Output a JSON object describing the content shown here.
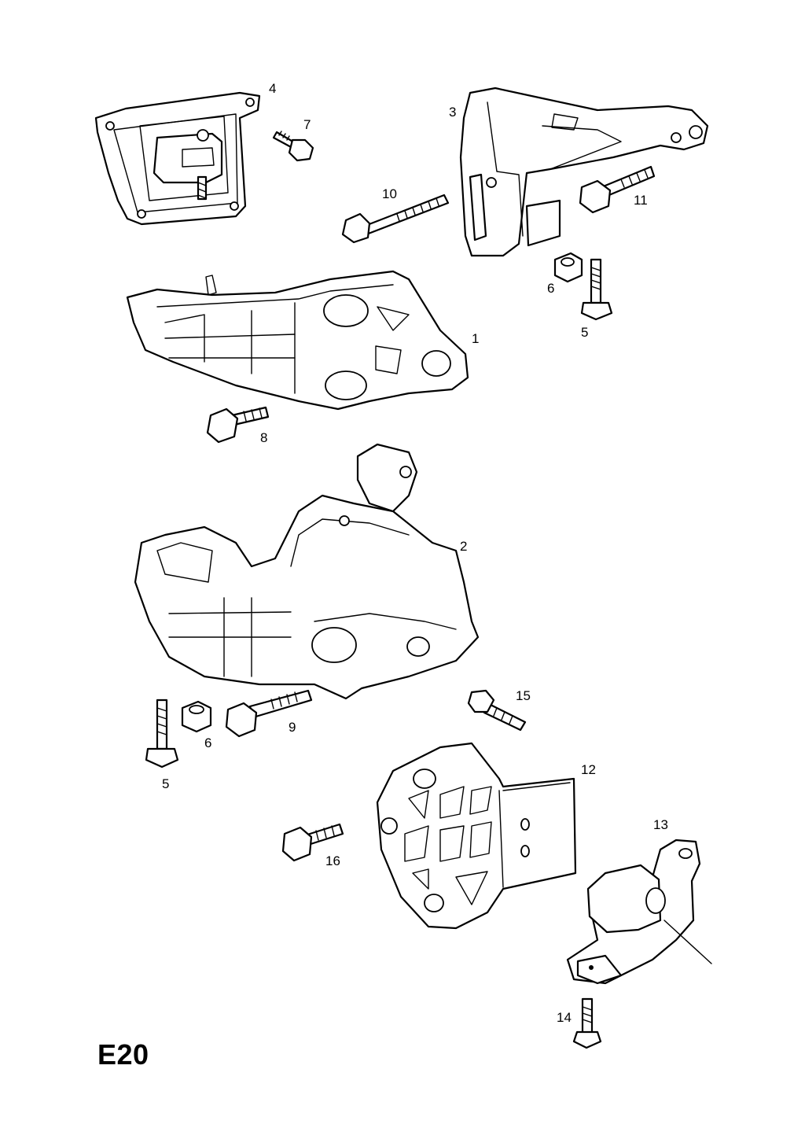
{
  "diagram": {
    "sheet_code": "E20",
    "callouts": [
      {
        "key": "c4",
        "label": "4"
      },
      {
        "key": "c7",
        "label": "7"
      },
      {
        "key": "c3",
        "label": "3"
      },
      {
        "key": "c10",
        "label": "10"
      },
      {
        "key": "c11",
        "label": "11"
      },
      {
        "key": "c6a",
        "label": "6"
      },
      {
        "key": "c5a",
        "label": "5"
      },
      {
        "key": "c1",
        "label": "1"
      },
      {
        "key": "c8",
        "label": "8"
      },
      {
        "key": "c2",
        "label": "2"
      },
      {
        "key": "c15",
        "label": "15"
      },
      {
        "key": "c9",
        "label": "9"
      },
      {
        "key": "c6b",
        "label": "6"
      },
      {
        "key": "c5b",
        "label": "5"
      },
      {
        "key": "c12",
        "label": "12"
      },
      {
        "key": "c16",
        "label": "16"
      },
      {
        "key": "c13",
        "label": "13"
      },
      {
        "key": "c14",
        "label": "14"
      }
    ]
  }
}
